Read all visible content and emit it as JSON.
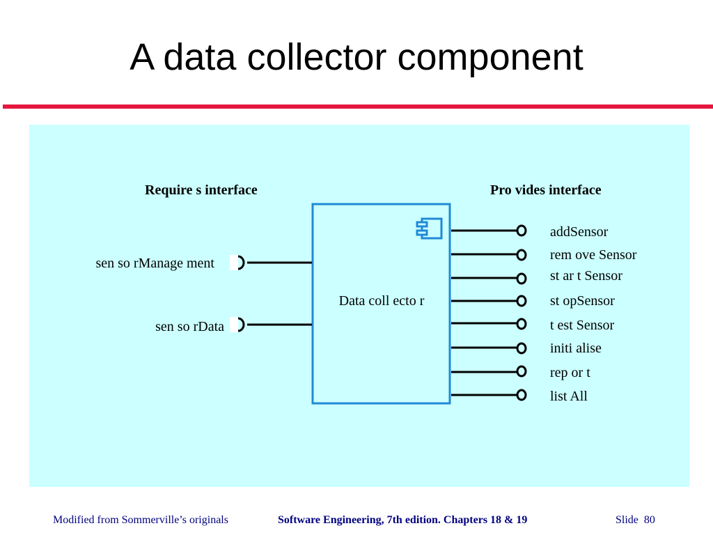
{
  "slide": {
    "title": "A data collector component"
  },
  "diagram": {
    "requires_heading": "Require s interface",
    "provides_heading": "Pro vides interface",
    "component_label": "Data coll ecto r",
    "component_icon": "component-icon",
    "required_interfaces": [
      {
        "label": "sen so rManage ment"
      },
      {
        "label": "sen so rData"
      }
    ],
    "provided_interfaces": [
      {
        "label": "addSensor"
      },
      {
        "label": "rem ove Sensor"
      },
      {
        "label": "st ar t Sensor"
      },
      {
        "label": "st opSensor"
      },
      {
        "label": "t est Sensor"
      },
      {
        "label": "initi alise"
      },
      {
        "label": "rep or t"
      },
      {
        "label": "list All"
      }
    ],
    "colors": {
      "panel": "#ccffff",
      "component_border": "#1f8ad6",
      "icon": "#1f8ad6",
      "accent_rule": "#e5173f"
    }
  },
  "footer": {
    "left": "Modified from Sommerville’s originals",
    "center": "Software Engineering, 7th edition. Chapters 18 & 19",
    "slide_label": "Slide",
    "slide_number": "80"
  }
}
